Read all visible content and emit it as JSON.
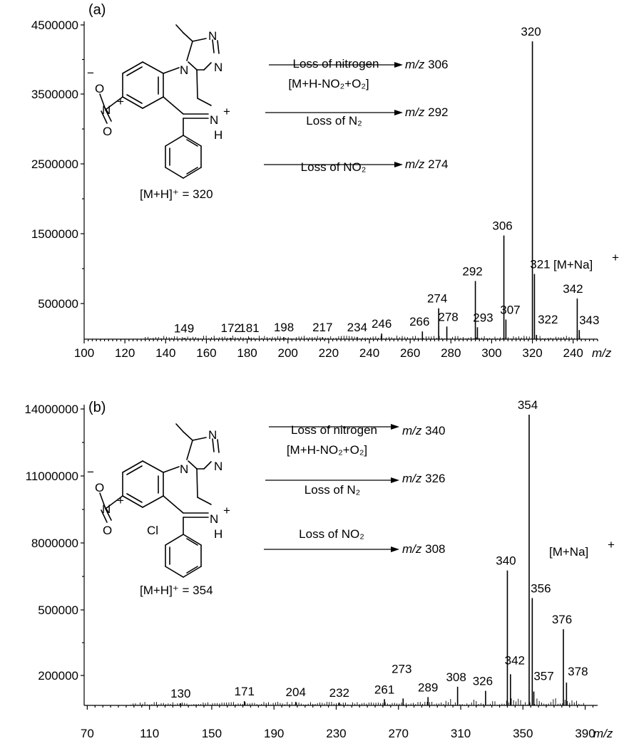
{
  "chart_data": [
    {
      "type": "bar",
      "panel": "(a)",
      "xlabel": "m/z",
      "x_ticks": [
        "100",
        "120",
        "140",
        "160",
        "180",
        "200",
        "220",
        "240",
        "260",
        "280",
        "300",
        "320",
        "240"
      ],
      "y_ticks": [
        "500000",
        "1500000",
        "2500000",
        "3500000",
        "4500000"
      ],
      "peaks": [
        {
          "mz": 149,
          "i": 15000,
          "label": "149"
        },
        {
          "mz": 172,
          "i": 18000,
          "label": "172"
        },
        {
          "mz": 181,
          "i": 20000,
          "label": "181"
        },
        {
          "mz": 198,
          "i": 30000,
          "label": "198"
        },
        {
          "mz": 217,
          "i": 28000,
          "label": "217"
        },
        {
          "mz": 234,
          "i": 30000,
          "label": "234"
        },
        {
          "mz": 246,
          "i": 80000,
          "label": "246"
        },
        {
          "mz": 266,
          "i": 110000,
          "label": "266"
        },
        {
          "mz": 274,
          "i": 440000,
          "label": "274"
        },
        {
          "mz": 278,
          "i": 180000,
          "label": "278"
        },
        {
          "mz": 292,
          "i": 830000,
          "label": "292"
        },
        {
          "mz": 293,
          "i": 170000,
          "label": "293"
        },
        {
          "mz": 306,
          "i": 1480000,
          "label": "306"
        },
        {
          "mz": 307,
          "i": 280000,
          "label": "307"
        },
        {
          "mz": 320,
          "i": 4250000,
          "label": "320"
        },
        {
          "mz": 321,
          "i": 930000,
          "label": "321"
        },
        {
          "mz": 322,
          "i": 60000,
          "label": "322"
        },
        {
          "mz": 342,
          "i": 580000,
          "label": "342"
        },
        {
          "mz": 343,
          "i": 130000,
          "label": "343"
        }
      ],
      "extra_labels": [
        "[M+Na]",
        "+"
      ],
      "structure_label": "[M+H]⁺ = 320",
      "substituent": "",
      "annotations": [
        {
          "lines": [
            "Loss of nitrogen",
            "[M+H-NO₂+O₂]"
          ],
          "result_prefix": "m/z",
          "result_value": "306"
        },
        {
          "lines": [
            "Loss of N₂"
          ],
          "result_prefix": "m/z",
          "result_value": "292"
        },
        {
          "lines": [
            "Loss of NO₂"
          ],
          "result_prefix": "m/z",
          "result_value": "274"
        }
      ]
    },
    {
      "type": "bar",
      "panel": "(b)",
      "xlabel": "m/z",
      "x_ticks": [
        "70",
        "110",
        "150",
        "190",
        "230",
        "270",
        "310",
        "350",
        "390"
      ],
      "y_ticks": [
        "200000",
        "500000",
        "8000000",
        "11000000",
        "14000000"
      ],
      "peaks": [
        {
          "mz": 130,
          "i": 0.03,
          "label": "130"
        },
        {
          "mz": 171,
          "i": 0.06,
          "label": "171"
        },
        {
          "mz": 204,
          "i": 0.05,
          "label": "204"
        },
        {
          "mz": 232,
          "i": 0.04,
          "label": "232"
        },
        {
          "mz": 261,
          "i": 0.09,
          "label": "261"
        },
        {
          "mz": 273,
          "i": 0.1,
          "label": "273"
        },
        {
          "mz": 289,
          "i": 0.12,
          "label": "289"
        },
        {
          "mz": 308,
          "i": 0.27,
          "label": "308"
        },
        {
          "mz": 326,
          "i": 0.21,
          "label": "326"
        },
        {
          "mz": 340,
          "i": 1.95,
          "label": "340"
        },
        {
          "mz": 342,
          "i": 0.45,
          "label": "342"
        },
        {
          "mz": 354,
          "i": 4.2,
          "label": "354"
        },
        {
          "mz": 356,
          "i": 1.55,
          "label": "356"
        },
        {
          "mz": 357,
          "i": 0.2,
          "label": "357"
        },
        {
          "mz": 376,
          "i": 1.1,
          "label": "376"
        },
        {
          "mz": 378,
          "i": 0.33,
          "label": "378"
        }
      ],
      "extra_labels": [
        "[M+Na]",
        "+"
      ],
      "structure_label": "[M+H]⁺ = 354",
      "substituent": "Cl",
      "annotations": [
        {
          "lines": [
            "Loss of nitrogen",
            "[M+H-NO₂+O₂]"
          ],
          "result_prefix": "m/z",
          "result_value": "340"
        },
        {
          "lines": [
            "Loss of N₂"
          ],
          "result_prefix": "m/z",
          "result_value": "326"
        },
        {
          "lines": [
            "Loss of NO₂"
          ],
          "result_prefix": "m/z",
          "result_value": "308"
        }
      ]
    }
  ]
}
